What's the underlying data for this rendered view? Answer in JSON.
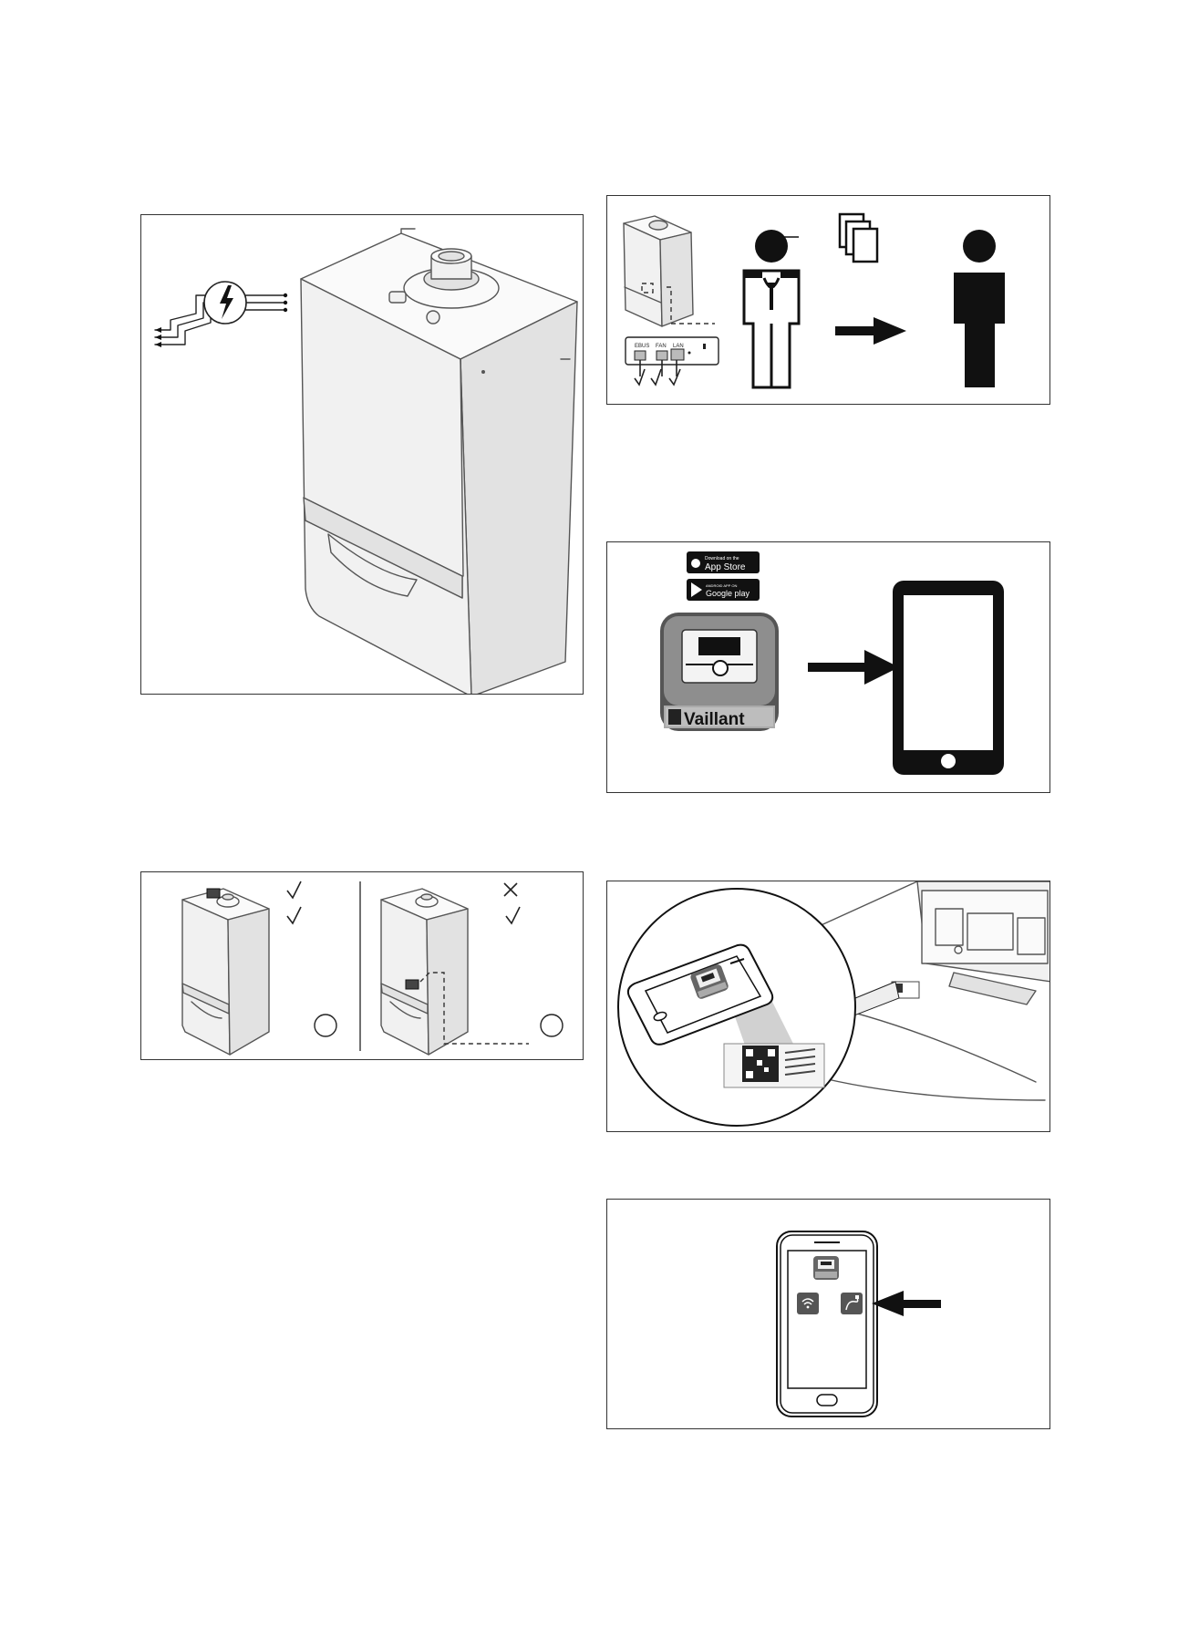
{
  "badges": {
    "app_store_small": "Download on the",
    "app_store_large": "App Store",
    "google_small": "ANDROID APP ON",
    "google_large": "Google play"
  },
  "brand": {
    "logo_text": "Vaillant"
  },
  "connector_labels": [
    "EBUS",
    "FAN",
    "LAN"
  ],
  "icons": {
    "panel1": [
      "boiler-icon",
      "power-supply-icon",
      "lightning-icon"
    ],
    "panel2": [
      "installer-icon",
      "documents-icon",
      "arrow-right-icon",
      "user-icon"
    ],
    "panel3": [
      "app-icon",
      "smartphone-icon",
      "arrow-right-icon"
    ],
    "panel4": [
      "check-icon",
      "cross-icon",
      "boiler-icon"
    ],
    "panel5": [
      "smartphone-icon",
      "qr-code-icon",
      "magnifier-icon"
    ],
    "panel6": [
      "smartphone-icon",
      "wifi-icon",
      "cable-icon",
      "arrow-left-icon"
    ]
  }
}
